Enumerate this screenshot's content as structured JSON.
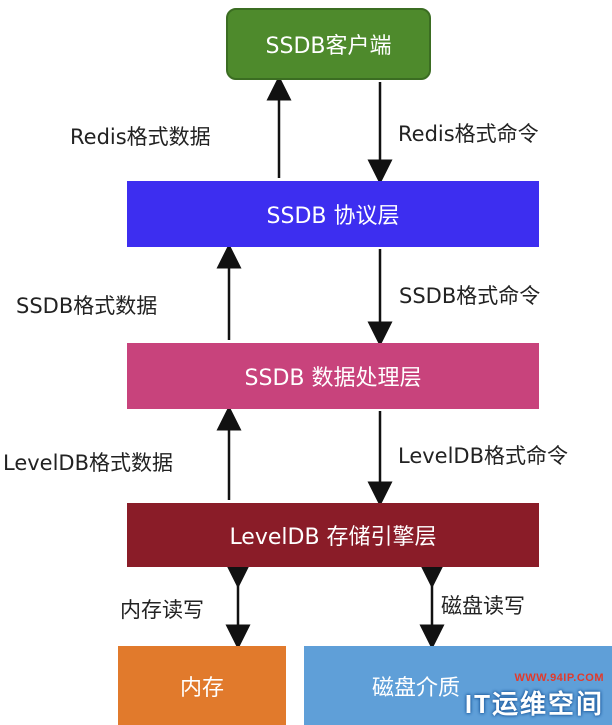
{
  "layers": {
    "client": "SSDB客户端",
    "protocol": "SSDB 协议层",
    "processing": "SSDB 数据处理层",
    "engine": "LevelDB 存储引擎层",
    "memory": "内存",
    "disk": "磁盘介质"
  },
  "edges": {
    "redis_data": "Redis格式数据",
    "redis_cmd": "Redis格式命令",
    "ssdb_data": "SSDB格式数据",
    "ssdb_cmd": "SSDB格式命令",
    "leveldb_data": "LevelDB格式数据",
    "leveldb_cmd": "LevelDB格式命令",
    "mem_rw": "内存读写",
    "disk_rw": "磁盘读写"
  },
  "watermark": {
    "url": "WWW.94IP.COM",
    "brand": "IT运维空间"
  },
  "colors": {
    "client": "#4e8a2c",
    "protocol": "#3d2ef0",
    "processing": "#c8437c",
    "engine": "#8a1c28",
    "memory": "#e17a2c",
    "disk": "#5f9fd8"
  }
}
